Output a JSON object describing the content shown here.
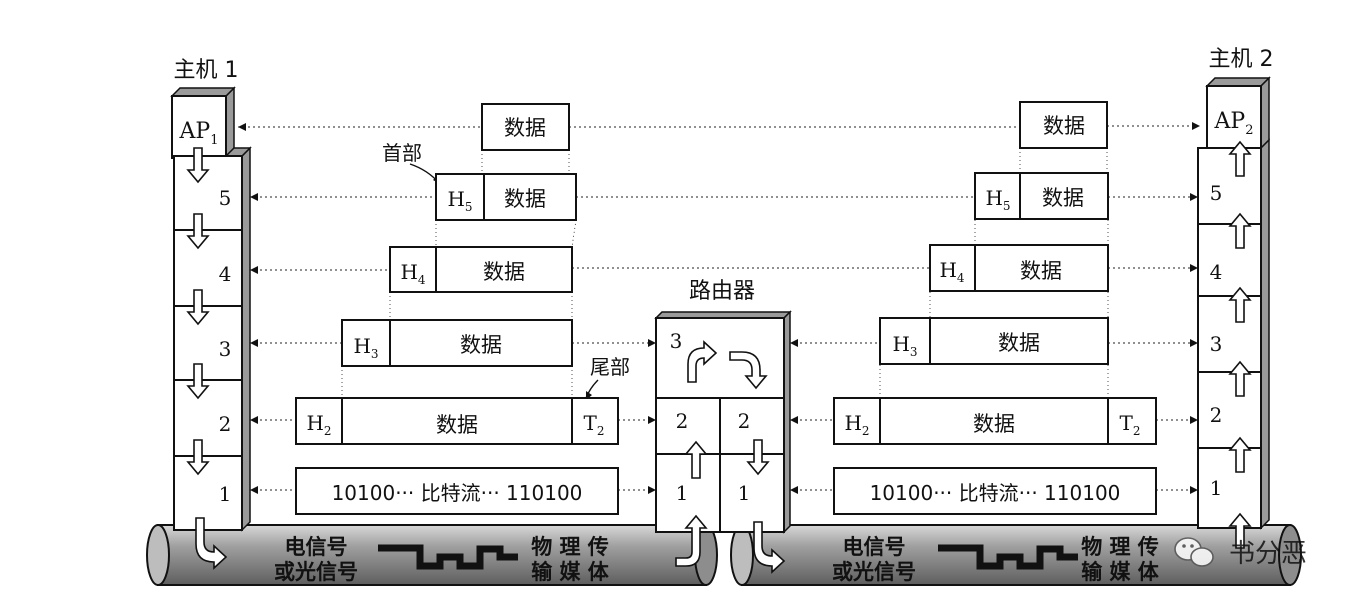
{
  "host1": {
    "title": "主机 1",
    "ap": "AP",
    "ap_sub": "1",
    "layers": [
      "5",
      "4",
      "3",
      "2",
      "1"
    ]
  },
  "host2": {
    "title": "主机 2",
    "ap": "AP",
    "ap_sub": "2",
    "layers": [
      "5",
      "4",
      "3",
      "2",
      "1"
    ]
  },
  "router": {
    "title": "路由器",
    "layer3": "3",
    "layer2_left": "2",
    "layer2_right": "2",
    "layer1_left": "1",
    "layer1_right": "1"
  },
  "labels": {
    "header": "首部",
    "trailer": "尾部"
  },
  "units": {
    "data": "数据",
    "h5": "H",
    "h5_sub": "5",
    "h4": "H",
    "h4_sub": "4",
    "h3": "H",
    "h3_sub": "3",
    "h2": "H",
    "h2_sub": "2",
    "t2": "T",
    "t2_sub": "2",
    "bitstream": "10100··· 比特流··· 110100"
  },
  "medium": {
    "signal_line1": "电信号",
    "signal_line2": "或光信号",
    "phys_line1": "物 理 传",
    "phys_line2": "输 媒 体"
  },
  "watermark": {
    "text": "书分恶"
  }
}
